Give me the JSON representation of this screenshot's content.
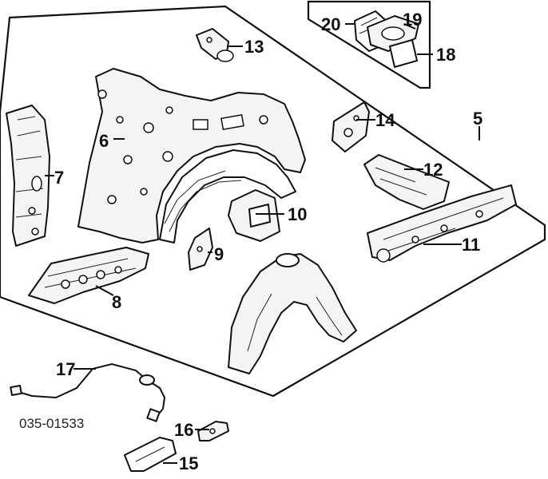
{
  "diagram": {
    "code": "035-01533",
    "callouts": [
      "5",
      "6",
      "7",
      "8",
      "9",
      "10",
      "11",
      "12",
      "13",
      "14",
      "15",
      "16",
      "17",
      "18",
      "19",
      "20"
    ]
  }
}
